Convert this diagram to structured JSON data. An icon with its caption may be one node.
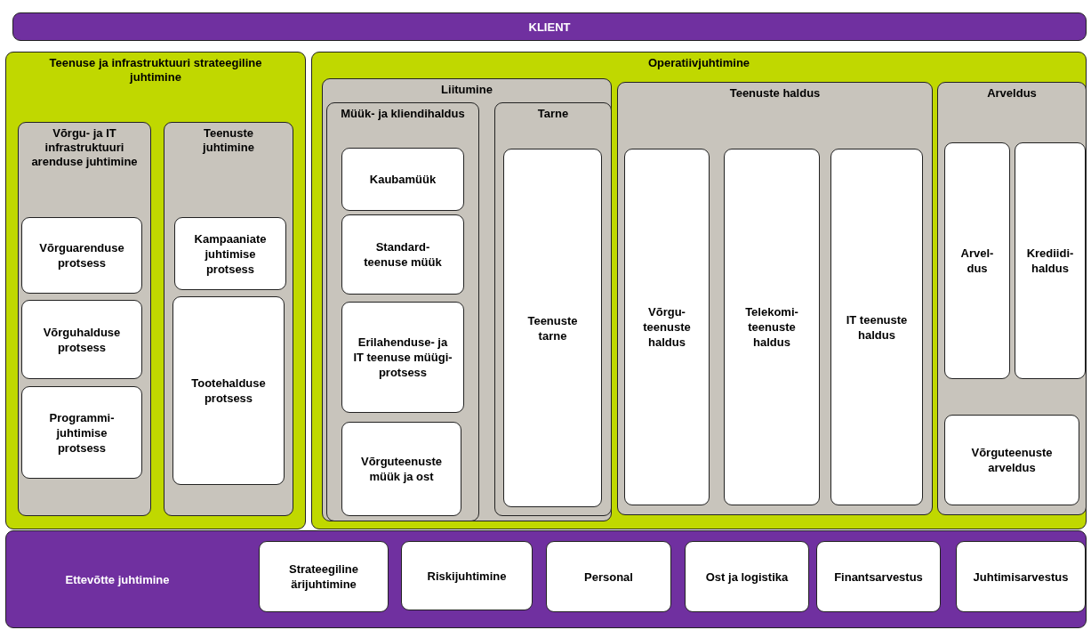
{
  "diagram": {
    "nodes": [
      {
        "text": [
          "KLIENT"
        ]
      },
      {
        "text": [
          "Teenuse ja infrastruktuuri strateegiline juhtimine"
        ]
      },
      {
        "text": [
          "Võrgu- ja IT infrastruktuuri arenduse juhtimine"
        ],
        "in": 1
      },
      {
        "text": [
          "Võrguarenduse protsess"
        ],
        "in": 2
      },
      {
        "text": [
          "Võrguhalduse protsess"
        ],
        "in": 2
      },
      {
        "text": [
          "Programmi- juhtimise protsess"
        ],
        "in": 2
      },
      {
        "text": [
          "Teenuste juhtimine"
        ],
        "in": 1
      },
      {
        "text": [
          "Kampaaniate juhtimise protsess"
        ],
        "in": 6
      },
      {
        "text": [
          "Tootehalduse protsess"
        ],
        "in": 6
      },
      {
        "text": [
          "Operatiivjuhtimine"
        ]
      },
      {
        "text": [
          "Liitumine"
        ],
        "in": 9
      },
      {
        "text": [
          "Müük- ja kliendihaldus"
        ],
        "in": 10
      },
      {
        "text": [
          "Kaubamüük"
        ],
        "in": 11
      },
      {
        "text": [
          "Standard- teenuse müük"
        ],
        "in": 11
      },
      {
        "text": [
          "Erilahenduse- ja IT teenuse müügi-protsess"
        ],
        "in": 11
      },
      {
        "text": [
          "Võrguteenuste müük ja ost"
        ],
        "in": 11
      },
      {
        "text": [
          "Tarne"
        ],
        "in": 10
      },
      {
        "text": [
          "Teenuste tarne"
        ],
        "in": 16
      },
      {
        "text": [
          "Teenuste haldus"
        ],
        "in": 9
      },
      {
        "text": [
          "Võrgu- teenuste haldus"
        ],
        "in": 18
      },
      {
        "text": [
          "Telekomi- teenuste haldus"
        ],
        "in": 18
      },
      {
        "text": [
          "IT teenuste haldus"
        ],
        "in": 18
      },
      {
        "text": [
          "Arveldus"
        ],
        "in": 9
      },
      {
        "text": [
          "Arvel- dus"
        ],
        "in": 22
      },
      {
        "text": [
          "Krediidi- haldus"
        ],
        "in": 22
      },
      {
        "text": [
          "Võrguteenuste arveldus"
        ],
        "in": 22
      },
      {
        "text": [
          "Ettevõtte juhtimine"
        ]
      },
      {
        "text": [
          "Strateegiline ärijuhtimine"
        ],
        "in": 26
      },
      {
        "text": [
          "Riskijuhtimine"
        ],
        "in": 26
      },
      {
        "text": [
          "Personal"
        ],
        "in": 26
      },
      {
        "text": [
          "Ost ja logistika"
        ],
        "in": 26
      },
      {
        "text": [
          "Finantsarvestus"
        ],
        "in": 26
      },
      {
        "text": [
          "Juhtimisarvestus"
        ],
        "in": 26
      }
    ]
  }
}
